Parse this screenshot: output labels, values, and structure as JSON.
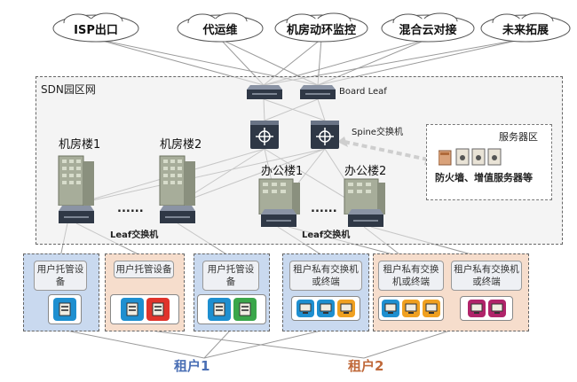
{
  "clouds": [
    "ISP出口",
    "代运维",
    "机房动环监控",
    "混合云对接",
    "未来拓展"
  ],
  "sdn_label": "SDN园区网",
  "board_leaf_label": "Board Leaf",
  "spine_label": "Spine交换机",
  "server_zone": {
    "title": "服务器区",
    "desc": "防火墙、增值服务器等"
  },
  "buildings": [
    "机房楼1",
    "机房楼2",
    "办公楼1",
    "办公楼2"
  ],
  "leaf_label": "Leaf交换机",
  "ellipsis": "......",
  "groups": {
    "hosted": "用户托管设备",
    "private": "租户私有交换机或终端"
  },
  "tenants": [
    "租户1",
    "租户2"
  ],
  "colors": {
    "tenant1": "#4a6fb5",
    "tenant2": "#c0693a",
    "blue_zone": "#c9d9ef",
    "orange_zone": "#f6ddcc"
  }
}
